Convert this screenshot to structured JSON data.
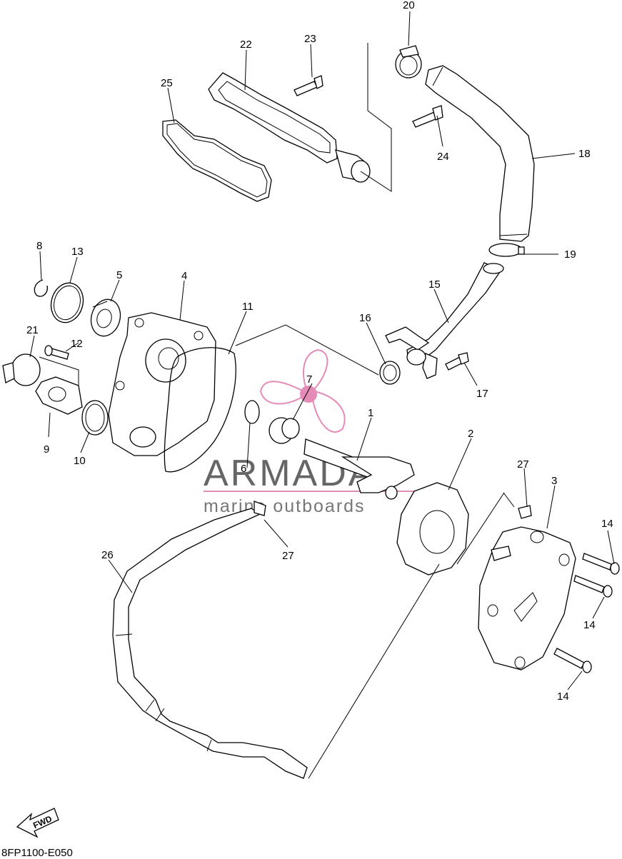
{
  "diagram_code": "8FP1100-E050",
  "fwd_label": "FWD",
  "watermark": {
    "brand": "ARMADA",
    "tagline": "marine outboards"
  },
  "callouts": [
    {
      "id": "c1",
      "text": "1"
    },
    {
      "id": "c2",
      "text": "2"
    },
    {
      "id": "c3",
      "text": "3"
    },
    {
      "id": "c4",
      "text": "4"
    },
    {
      "id": "c5",
      "text": "5"
    },
    {
      "id": "c6",
      "text": "6"
    },
    {
      "id": "c7",
      "text": "7"
    },
    {
      "id": "c8",
      "text": "8"
    },
    {
      "id": "c9",
      "text": "9"
    },
    {
      "id": "c10",
      "text": "10"
    },
    {
      "id": "c11",
      "text": "11"
    },
    {
      "id": "c12",
      "text": "12"
    },
    {
      "id": "c13",
      "text": "13"
    },
    {
      "id": "c14a",
      "text": "14"
    },
    {
      "id": "c14b",
      "text": "14"
    },
    {
      "id": "c14c",
      "text": "14"
    },
    {
      "id": "c15",
      "text": "15"
    },
    {
      "id": "c16",
      "text": "16"
    },
    {
      "id": "c17",
      "text": "17"
    },
    {
      "id": "c18",
      "text": "18"
    },
    {
      "id": "c19",
      "text": "19"
    },
    {
      "id": "c20",
      "text": "20"
    },
    {
      "id": "c21",
      "text": "21"
    },
    {
      "id": "c22",
      "text": "22"
    },
    {
      "id": "c23",
      "text": "23"
    },
    {
      "id": "c24",
      "text": "24"
    },
    {
      "id": "c25",
      "text": "25"
    },
    {
      "id": "c26",
      "text": "26"
    },
    {
      "id": "c27a",
      "text": "27"
    },
    {
      "id": "c27b",
      "text": "27"
    }
  ]
}
